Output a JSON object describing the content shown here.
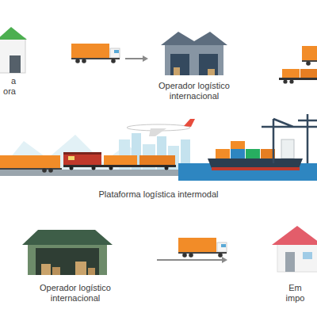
{
  "diagram": {
    "nodes": [
      {
        "text": [
          "a ora"
        ]
      },
      {
        "text": [
          "Operador logístico internacional"
        ]
      },
      {
        "text": [
          "Plataforma logística intermodal"
        ]
      },
      {
        "text": [
          "Operador logístico internacional"
        ]
      },
      {
        "text": [
          "Em impo"
        ]
      }
    ]
  }
}
